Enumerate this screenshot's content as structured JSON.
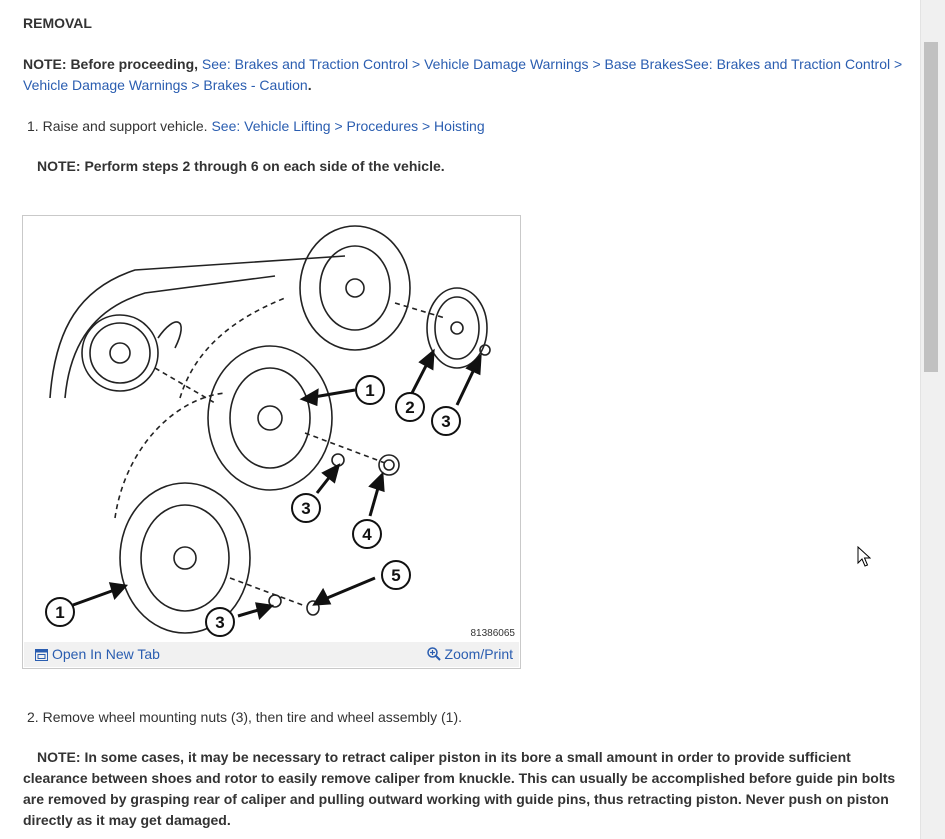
{
  "title": "REMOVAL",
  "note1": {
    "prefix": "NOTE: Before proceeding,",
    "link1": "See: Brakes and Traction Control > Vehicle Damage Warnings > Base Brakes",
    "link2": "See: Brakes and Traction Control > Vehicle Damage Warnings > Brakes - Caution",
    "suffix": "."
  },
  "step1": {
    "number": "1.",
    "text": "Raise and support vehicle.",
    "link": "See: Vehicle Lifting > Procedures > Hoisting"
  },
  "note2": "NOTE: Perform steps 2 through 6 on each side of the vehicle.",
  "figure": {
    "image_id": "81386065",
    "callouts": [
      "1",
      "2",
      "3",
      "3",
      "4",
      "1",
      "5",
      "3"
    ],
    "open_tab_label": "Open In New Tab",
    "zoom_label": "Zoom/Print",
    "icons": [
      "open-in-new-tab-icon",
      "magnifier-zoom-icon"
    ]
  },
  "step2": {
    "number": "2.",
    "text": "Remove wheel mounting nuts (3), then tire and wheel assembly (1)."
  },
  "note3": "NOTE: In some cases, it may be necessary to retract caliper piston in its bore a small amount in order to provide sufficient clearance between shoes and rotor to easily remove caliper from knuckle. This can usually be accomplished before guide pin bolts are removed by grasping rear of caliper and pulling outward working with guide pins, thus retracting piston. Never push on piston directly as it may get damaged.",
  "colors": {
    "link": "#2a5db0",
    "text": "#333333",
    "scroll_thumb": "#c1c1c1"
  }
}
